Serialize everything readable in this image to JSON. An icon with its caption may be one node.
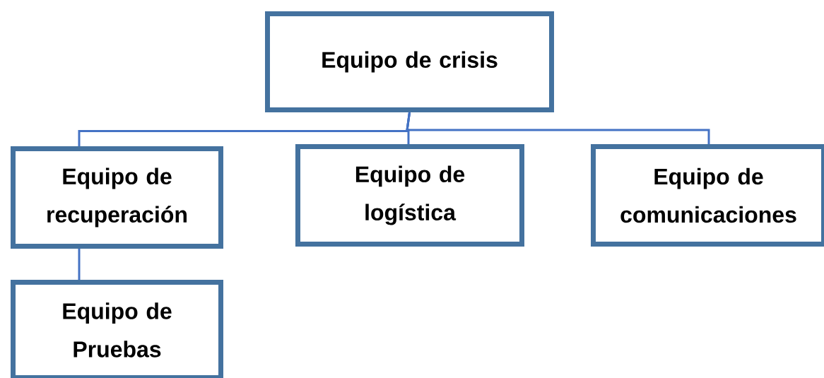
{
  "diagram": {
    "nodes": [
      {
        "text": [
          "Equipo de crisis"
        ]
      },
      {
        "text": [
          "Equipo de recuperación"
        ]
      },
      {
        "text": [
          "Equipo de logística"
        ]
      },
      {
        "text": [
          "Equipo de comunicaciones"
        ]
      },
      {
        "text": [
          "Equipo de Pruebas"
        ]
      }
    ],
    "edges": [
      {
        "from": 0,
        "to": 1,
        "arrow": "none"
      },
      {
        "from": 0,
        "to": 2,
        "arrow": "none"
      },
      {
        "from": 0,
        "to": 3,
        "arrow": "none"
      },
      {
        "from": 1,
        "to": 4,
        "arrow": "none"
      }
    ]
  }
}
